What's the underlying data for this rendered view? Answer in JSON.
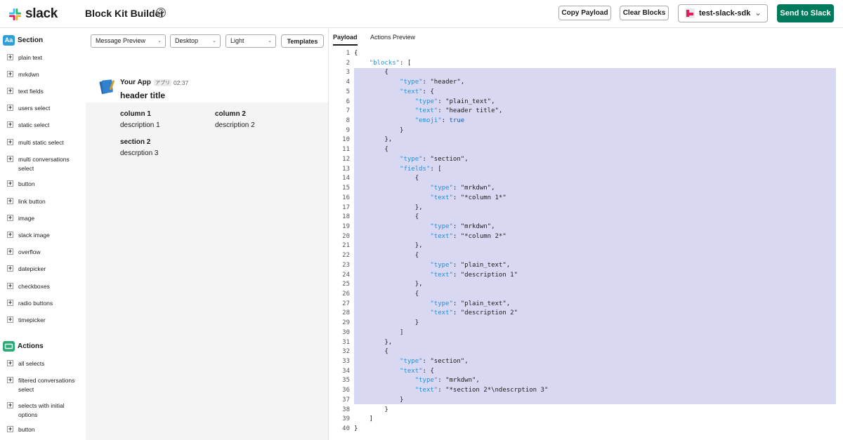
{
  "header": {
    "logo_text": "slack",
    "title": "Block Kit Builder",
    "help_icon": "question-circle-icon",
    "copy_payload": "Copy Payload",
    "clear_blocks": "Clear Blocks",
    "workspace": "test-slack-sdk",
    "send": "Send to Slack",
    "accent_color": "#007a5a"
  },
  "sidebar": {
    "section_category": {
      "icon_text": "Aa",
      "label": "Section",
      "color": "#2e9fd9"
    },
    "section_items": [
      "plain text",
      "mrkdwn",
      "text fields",
      "users select",
      "static select",
      "multi static select",
      "multi conversations select",
      "button",
      "link button",
      "image",
      "slack image",
      "overflow",
      "datepicker",
      "checkboxes",
      "radio buttons",
      "timepicker"
    ],
    "actions_category": {
      "label": "Actions",
      "color": "#2bac76"
    },
    "actions_items": [
      "all selects",
      "filtered conversations select",
      "selects with initial options",
      "button"
    ]
  },
  "preview": {
    "mode_select": "Message Preview",
    "device_select": "Desktop",
    "theme_select": "Light",
    "templates": "Templates",
    "message": {
      "app_name": "Your App",
      "app_tag": "アプリ",
      "time": "02:37",
      "header_title": "header title",
      "col1_title": "column 1",
      "col1_desc": "description 1",
      "col2_title": "column 2",
      "col2_desc": "description 2",
      "section2_title": "section 2",
      "section2_desc": "descrption 3"
    }
  },
  "payload": {
    "tab_payload": "Payload",
    "tab_actions": "Actions Preview",
    "lines": [
      "{",
      "    \"blocks\": [",
      "        {",
      "            \"type\": \"header\",",
      "            \"text\": {",
      "                \"type\": \"plain_text\",",
      "                \"text\": \"header title\",",
      "                \"emoji\": true",
      "            }",
      "        },",
      "        {",
      "            \"type\": \"section\",",
      "            \"fields\": [",
      "                {",
      "                    \"type\": \"mrkdwn\",",
      "                    \"text\": \"*column 1*\"",
      "                },",
      "                {",
      "                    \"type\": \"mrkdwn\",",
      "                    \"text\": \"*column 2*\"",
      "                },",
      "                {",
      "                    \"type\": \"plain_text\",",
      "                    \"text\": \"description 1\"",
      "                },",
      "                {",
      "                    \"type\": \"plain_text\",",
      "                    \"text\": \"description 2\"",
      "                }",
      "            ]",
      "        },",
      "        {",
      "            \"type\": \"section\",",
      "            \"text\": {",
      "                \"type\": \"mrkdwn\",",
      "                \"text\": \"*section 2*\\ndescrption 3\"",
      "            }",
      "        }",
      "    ]",
      "}"
    ]
  }
}
